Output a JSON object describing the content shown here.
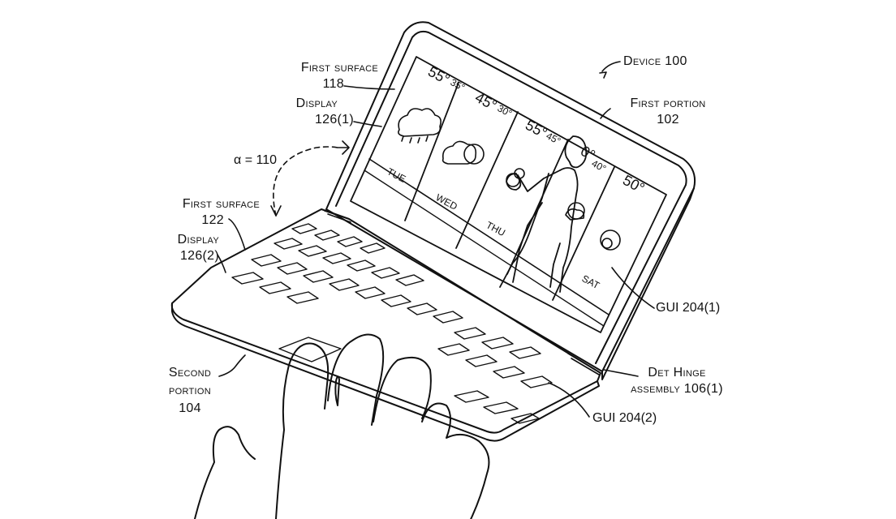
{
  "labels": {
    "device": "Device 100",
    "first_portion": {
      "line1": "First portion",
      "line2": "102"
    },
    "first_surface_118": {
      "line1": "First surface",
      "line2": "118"
    },
    "display_1": {
      "line1": "Display",
      "line2": "126(1)"
    },
    "alpha": "α = 110",
    "first_surface_122": {
      "line1": "First surface",
      "line2": "122"
    },
    "display_2": {
      "line1": "Display",
      "line2": "126(2)"
    },
    "second_portion": {
      "line1": "Second",
      "line2": "portion",
      "line3": "104"
    },
    "hinge": {
      "line1": "Det Hinge",
      "line2": "assembly 106(1)"
    },
    "gui_1": "GUI 204(1)",
    "gui_2": "GUI 204(2)"
  },
  "weather": {
    "temps": [
      "55°",
      "35°",
      "45°",
      "30°",
      "55°",
      "45°",
      "0°",
      "40°",
      "50°"
    ],
    "days": [
      "TUE",
      "WED",
      "THU",
      "SAT"
    ]
  }
}
